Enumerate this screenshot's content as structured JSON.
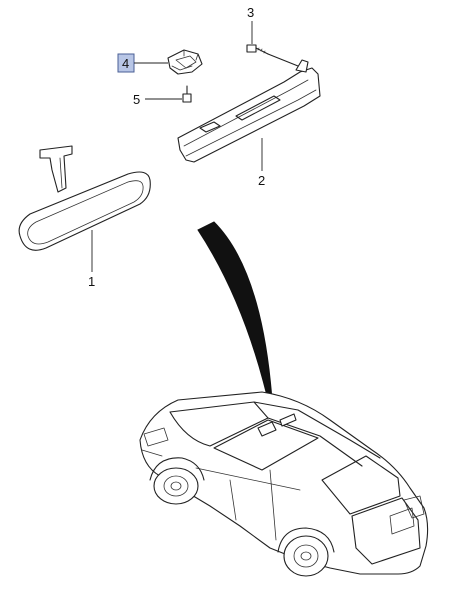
{
  "callouts": {
    "c1": "1",
    "c2": "2",
    "c3": "3",
    "c4": "4",
    "c5": "5"
  },
  "highlight_color": "#b8c6e6",
  "parts": [
    {
      "callout": "1",
      "name": "rear-view-mirror"
    },
    {
      "callout": "2",
      "name": "sun-visor"
    },
    {
      "callout": "3",
      "name": "screw"
    },
    {
      "callout": "4",
      "name": "visor-retainer-bracket",
      "highlighted": true
    },
    {
      "callout": "5",
      "name": "screw"
    }
  ]
}
